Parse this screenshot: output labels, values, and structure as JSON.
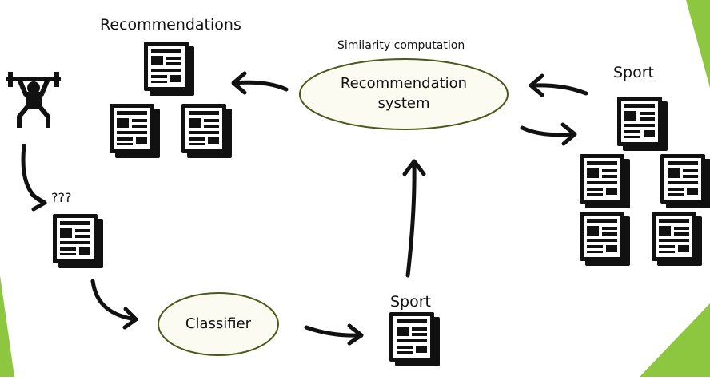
{
  "labels": {
    "recommendations": "Recommendations",
    "similarity": "Similarity computation",
    "sport_top": "Sport",
    "unknown": "???",
    "sport_bottom": "Sport"
  },
  "nodes": {
    "recommendation_system_line1": "Recommendation",
    "recommendation_system_line2": "system",
    "classifier": "Classifier"
  },
  "icons": [
    "weightlifter-icon",
    "newspaper-icon",
    "arrow-icon"
  ],
  "colors": {
    "ellipse_stroke": "#4a5a1a",
    "ellipse_fill": "#fbfbf2",
    "accent_green": "#8dc63f",
    "ink": "#111111"
  }
}
